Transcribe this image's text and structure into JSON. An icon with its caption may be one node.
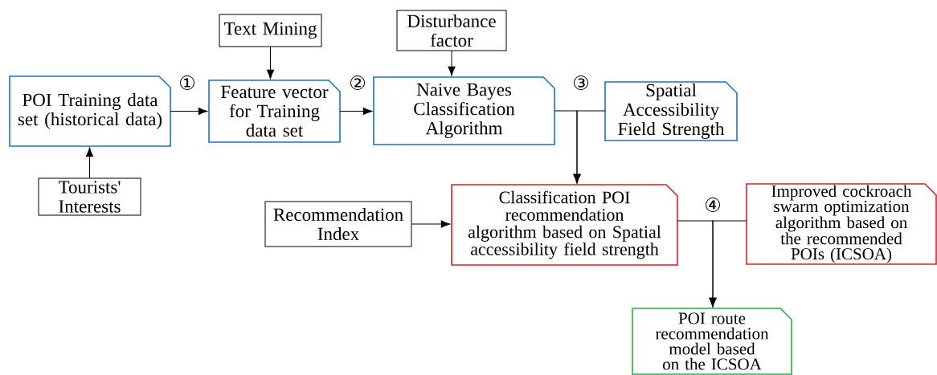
{
  "diagram": {
    "nodes": [
      {
        "text": [
          "POI Training data set (historical data)"
        ]
      },
      {
        "text": [
          "Text Mining"
        ]
      },
      {
        "text": [
          "Feature vector for Training data set"
        ]
      },
      {
        "text": [
          "Disturbance factor"
        ]
      },
      {
        "text": [
          "Naive Bayes Classification Algorithm"
        ]
      },
      {
        "text": [
          "Spatial Accessibility Field Strength"
        ]
      },
      {
        "text": [
          "Tourists' Interests"
        ]
      },
      {
        "text": [
          "Recommendation Index"
        ]
      },
      {
        "text": [
          "Classification POI recommendation algorithm based on Spatial accessibility field strength"
        ]
      },
      {
        "text": [
          "Improved cockroach swarm optimization algorithm based on the recommended POIs (ICSOA)"
        ]
      },
      {
        "text": [
          "POI route recommendation model based on the ICSOA"
        ]
      }
    ],
    "edges": [
      {
        "from": 6,
        "to": 0,
        "arrow": "to"
      },
      {
        "from": 0,
        "to": 2,
        "arrow": "to",
        "label": "①"
      },
      {
        "from": 1,
        "to": 2,
        "arrow": "to"
      },
      {
        "from": 2,
        "to": 4,
        "arrow": "to",
        "label": "②"
      },
      {
        "from": 3,
        "to": 4,
        "arrow": "to"
      },
      {
        "from": 4,
        "to": 8,
        "arrow": "to",
        "label": "③"
      },
      {
        "from": 5,
        "to": 8,
        "arrow": "to"
      },
      {
        "from": 7,
        "to": 8,
        "arrow": "to"
      },
      {
        "from": 8,
        "to": 10,
        "arrow": "to",
        "label": "④"
      },
      {
        "from": 9,
        "to": 10,
        "arrow": "to"
      }
    ]
  }
}
